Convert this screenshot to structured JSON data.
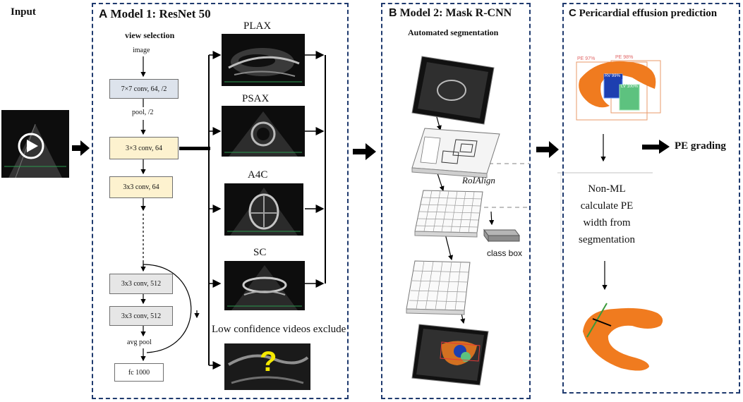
{
  "input": {
    "label": "Input"
  },
  "panel_a": {
    "letter": "A",
    "title": "Model 1: ResNet 50",
    "subtitle": "view selection",
    "image_label": "image",
    "layers": [
      "7×7 conv, 64, /2",
      "pool, /2",
      "3×3 conv, 64",
      "3x3 conv, 64",
      "3x3 conv, 512",
      "3x3 conv, 512",
      "avg pool",
      "fc 1000"
    ],
    "views": [
      "PLAX",
      "PSAX",
      "A4C",
      "SC"
    ],
    "low_conf": "Low confidence videos exclude",
    "question_mark": "?"
  },
  "panel_b": {
    "letter": "B",
    "title": "Model 2: Mask R-CNN",
    "subtitle": "Automated segmentation",
    "roialign": "RoIAlign",
    "class_box": "class box"
  },
  "panel_c": {
    "letter": "C",
    "title": "Pericardial effusion prediction",
    "pe_labels": [
      "PE 97%",
      "PE 98%"
    ],
    "box_labels": [
      "RV 99%",
      "LV 100%"
    ],
    "non_ml": [
      "Non-ML",
      "calculate PE",
      "width from",
      "segmentation"
    ],
    "pe_grading": "PE grading"
  },
  "colors": {
    "panel_border": "#1f3a6e",
    "conv_fill": "#dde3ec",
    "conv3_fill": "#fdf2cf",
    "conv512_fill": "#e6e6e6",
    "pe_orange": "#f07b1f",
    "rv_blue": "#1d3fb0",
    "lv_green": "#5dc27f"
  }
}
